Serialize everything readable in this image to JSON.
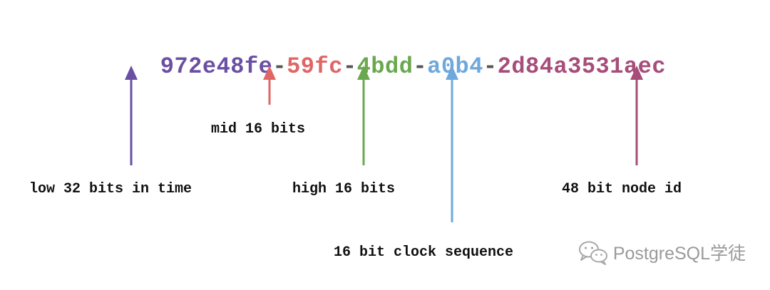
{
  "uuid": {
    "parts": [
      {
        "text": "972e48fe",
        "color": "#6a4fa3"
      },
      {
        "text": "59fc",
        "color": "#e06666"
      },
      {
        "text": "4bdd",
        "color": "#6aa84f"
      },
      {
        "text": "a0b4",
        "color": "#6fa8dc"
      },
      {
        "text": "2d84a3531aec",
        "color": "#a64d79"
      }
    ],
    "separator": "-",
    "separator_color": "#555555"
  },
  "labels": {
    "low": "low 32 bits in time",
    "mid": "mid 16 bits",
    "high": "high 16 bits",
    "clock": "16 bit clock sequence",
    "node": "48 bit node id"
  },
  "watermark": {
    "text": "PostgreSQL学徒",
    "icon": "wechat-icon",
    "color": "#9a9a9a"
  }
}
